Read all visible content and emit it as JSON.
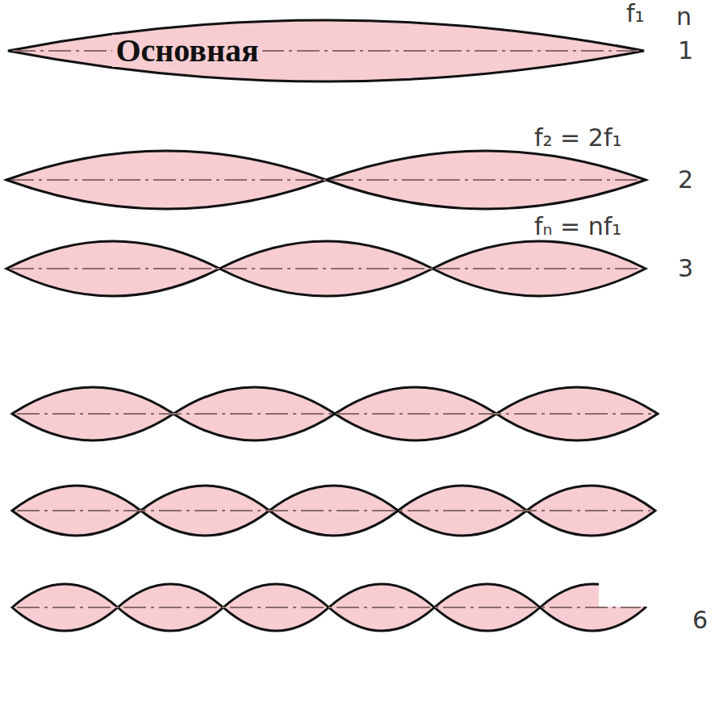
{
  "diagram": {
    "nodes": [
      {
        "text": [
          "Основная"
        ]
      }
    ],
    "labels": [
      "f₁",
      "n",
      "1",
      "f₂ = 2f₁",
      "2",
      "fₙ = nf₁",
      "3",
      "6"
    ]
  }
}
